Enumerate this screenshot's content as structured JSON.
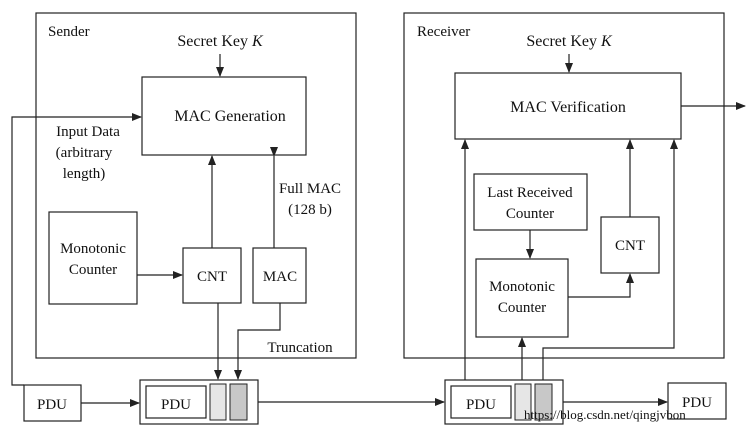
{
  "sender": {
    "title": "Sender",
    "secret_key": "Secret Key",
    "key_symbol": "K",
    "mac_generation": "MAC Generation",
    "input_data": [
      "Input Data",
      "(arbitrary",
      "length)"
    ],
    "full_mac": [
      "Full MAC",
      "(128 b)"
    ],
    "monotonic_counter": [
      "Monotonic",
      "Counter"
    ],
    "cnt": "CNT",
    "mac": "MAC",
    "truncation": "Truncation"
  },
  "receiver": {
    "title": "Receiver",
    "secret_key": "Secret Key",
    "key_symbol": "K",
    "mac_verification": "MAC Verification",
    "last_received_counter": [
      "Last Received",
      "Counter"
    ],
    "monotonic_counter": [
      "Monotonic",
      "Counter"
    ],
    "cnt": "CNT"
  },
  "pdu": {
    "input": "PDU",
    "secured": "PDU",
    "received": "PDU",
    "output": "PDU"
  },
  "watermark": "https://blog.csdn.net/qingjvbon"
}
